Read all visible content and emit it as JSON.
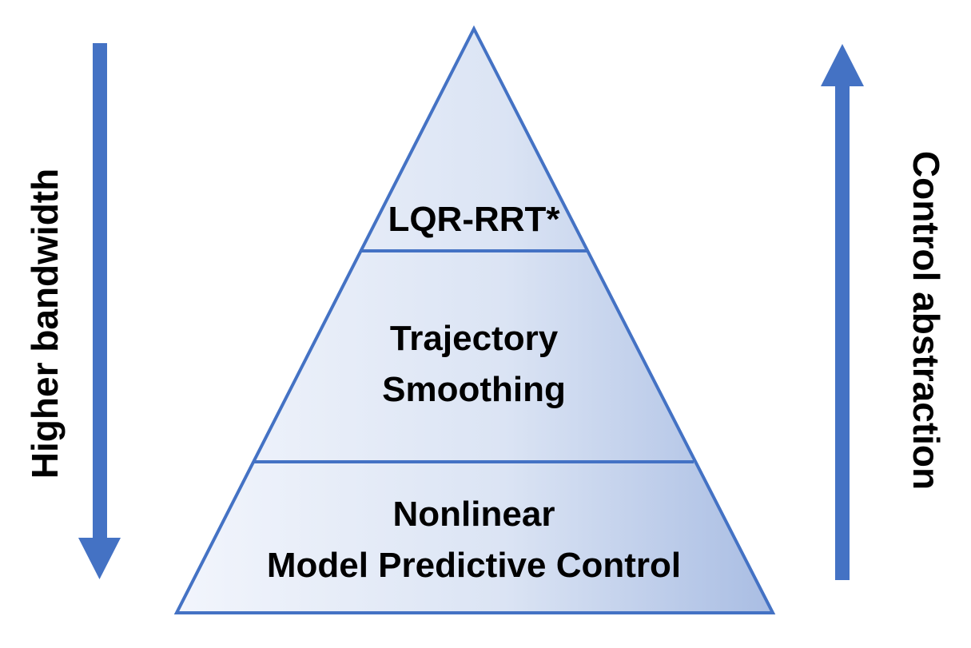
{
  "pyramid": {
    "top_tier": {
      "label": "LQR-RRT*"
    },
    "middle_tier": {
      "lines": [
        "Trajectory",
        "Smoothing"
      ]
    },
    "bottom_tier": {
      "lines": [
        "Nonlinear",
        "Model Predictive Control"
      ]
    }
  },
  "left_axis": {
    "label": "Higher bandwidth",
    "direction": "down"
  },
  "right_axis": {
    "label": "Control abstraction",
    "direction": "up"
  },
  "colors": {
    "arrow": "#4472c4",
    "outline": "#4472c4",
    "fill_light": "#f2f5fc",
    "fill_dark": "#a9bde3"
  }
}
